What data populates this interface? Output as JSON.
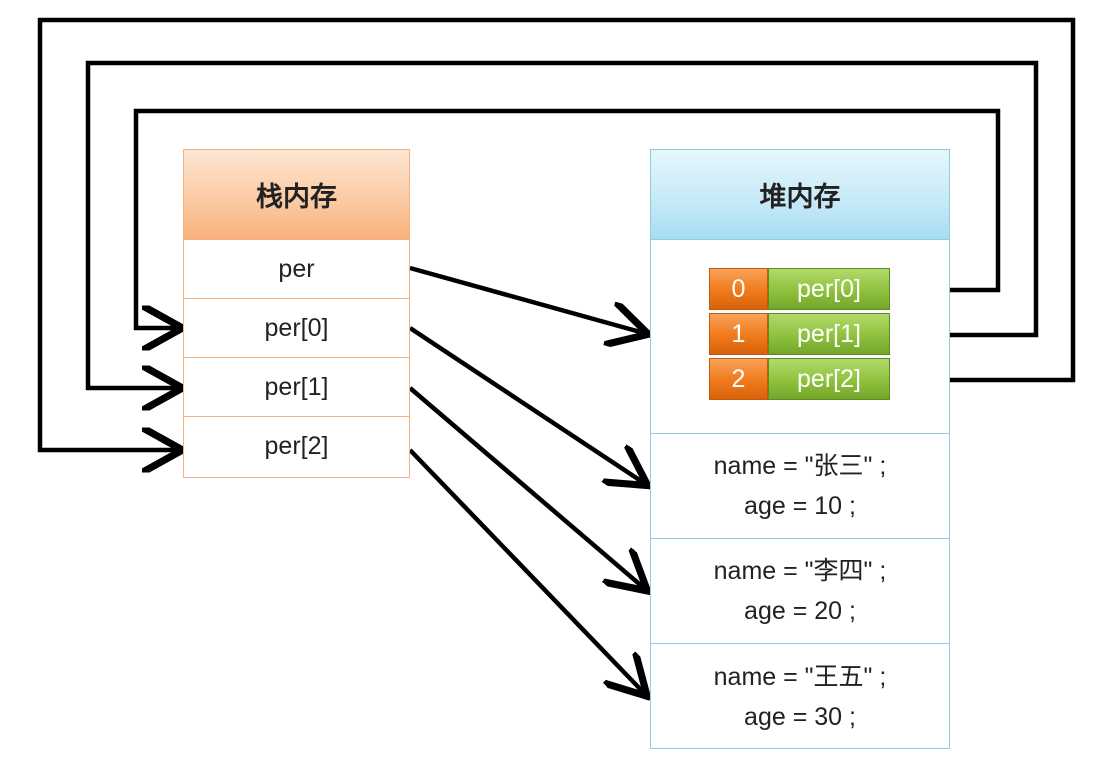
{
  "stack": {
    "title": "栈内存",
    "cells": [
      "per",
      "per[0]",
      "per[1]",
      "per[2]"
    ]
  },
  "heap": {
    "title": "堆内存",
    "array": [
      {
        "index": "0",
        "ref": "per[0]"
      },
      {
        "index": "1",
        "ref": "per[1]"
      },
      {
        "index": "2",
        "ref": "per[2]"
      }
    ],
    "objects": [
      {
        "name_line": "name = \"张三\" ;",
        "age_line": "age = 10 ;"
      },
      {
        "name_line": "name = \"李四\" ;",
        "age_line": "age = 20 ;"
      },
      {
        "name_line": "name = \"王五\" ;",
        "age_line": "age = 30 ;"
      }
    ]
  },
  "colors": {
    "stack_border": "#f4b183",
    "heap_border": "#92cddc",
    "index_fill": "#f07a1a",
    "ref_fill": "#8ec13d",
    "arrow": "#000000"
  }
}
